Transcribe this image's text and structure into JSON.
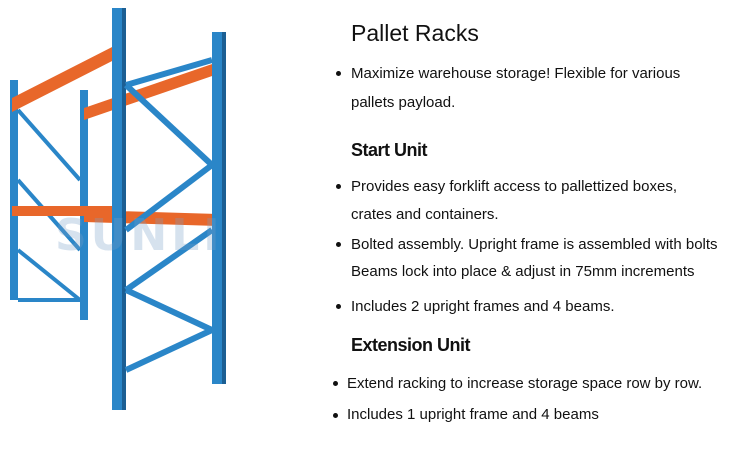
{
  "title": "Pallet Racks",
  "intro": {
    "line1": "Maximize warehouse storage! Flexible for various",
    "line2": "pallets payload."
  },
  "start_unit": {
    "heading": "Start Unit",
    "b1_line1": "Provides easy forklift access to pallettized boxes,",
    "b1_line2": "crates and containers.",
    "b2_line1": "Bolted assembly. Upright frame is assembled with bolts",
    "b2_line2": "Beams lock into place & adjust in 75mm increments",
    "b3": "Includes 2 upright frames and 4 beams."
  },
  "extension_unit": {
    "heading": "Extension Unit",
    "b1": "Extend racking to increase storage space row by row.",
    "b2": "Includes 1 upright frame and 4 beams"
  },
  "watermark": "SUNLI",
  "colors": {
    "upright": "#2a86c8",
    "upright_dark": "#1c5f93",
    "beam": "#e8672a",
    "beam_dark": "#b9471a"
  }
}
